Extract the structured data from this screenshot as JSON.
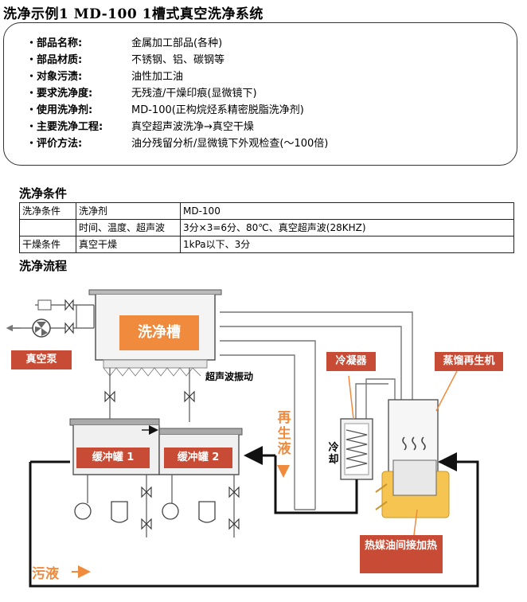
{
  "title": "洗净示例1 MD-100 1槽式真空洗净系统",
  "specs": [
    {
      "label": "・部品名称:",
      "value": "金属加工部品(各种)"
    },
    {
      "label": "・部品材质:",
      "value": "不锈钢、铝、碳钢等"
    },
    {
      "label": "・对象污渍:",
      "value": "油性加工油"
    },
    {
      "label": "・要求洗净度:",
      "value": "无残渣/干燥印痕(显微镜下)"
    },
    {
      "label": "・使用洗净剂:",
      "value": "MD-100(正构烷烃系精密脱脂洗净剂)"
    },
    {
      "label": "・主要洗净工程:",
      "value": "真空超声波洗净→真空干燥"
    },
    {
      "label": "・评价方法:",
      "value": "油分残留分析/显微镜下外观检查(〜100倍)"
    }
  ],
  "conditions": {
    "title": "洗净条件",
    "rows": [
      {
        "c1": "洗净条件",
        "c2": "洗净剂",
        "c3": "MD-100"
      },
      {
        "c1": "",
        "c2": "时间、温度、超声波",
        "c3": "3分×3=6分、80℃、真空超声波(28KHZ)"
      },
      {
        "c1": "干燥条件",
        "c2": "真空干燥",
        "c3": "1kPa以下、3分"
      }
    ]
  },
  "flow": {
    "title": "洗净流程",
    "tank": "洗净槽",
    "ultrasonic": "超声波振动",
    "vacuum_pump": "真空泵",
    "buffer1": "缓冲罐 1",
    "buffer2": "缓冲罐 2",
    "condenser": "冷凝器",
    "still": "蒸馏再生机",
    "cooling": "冷却",
    "regen_liquid": "再生液",
    "waste_liquid": "污液",
    "heating": "热媒油间接加热"
  },
  "colors": {
    "accent_orange": "#f08a3c",
    "tag_red": "#c84c35",
    "heater_yellow": "#f6c451",
    "pipe": "#111111"
  }
}
